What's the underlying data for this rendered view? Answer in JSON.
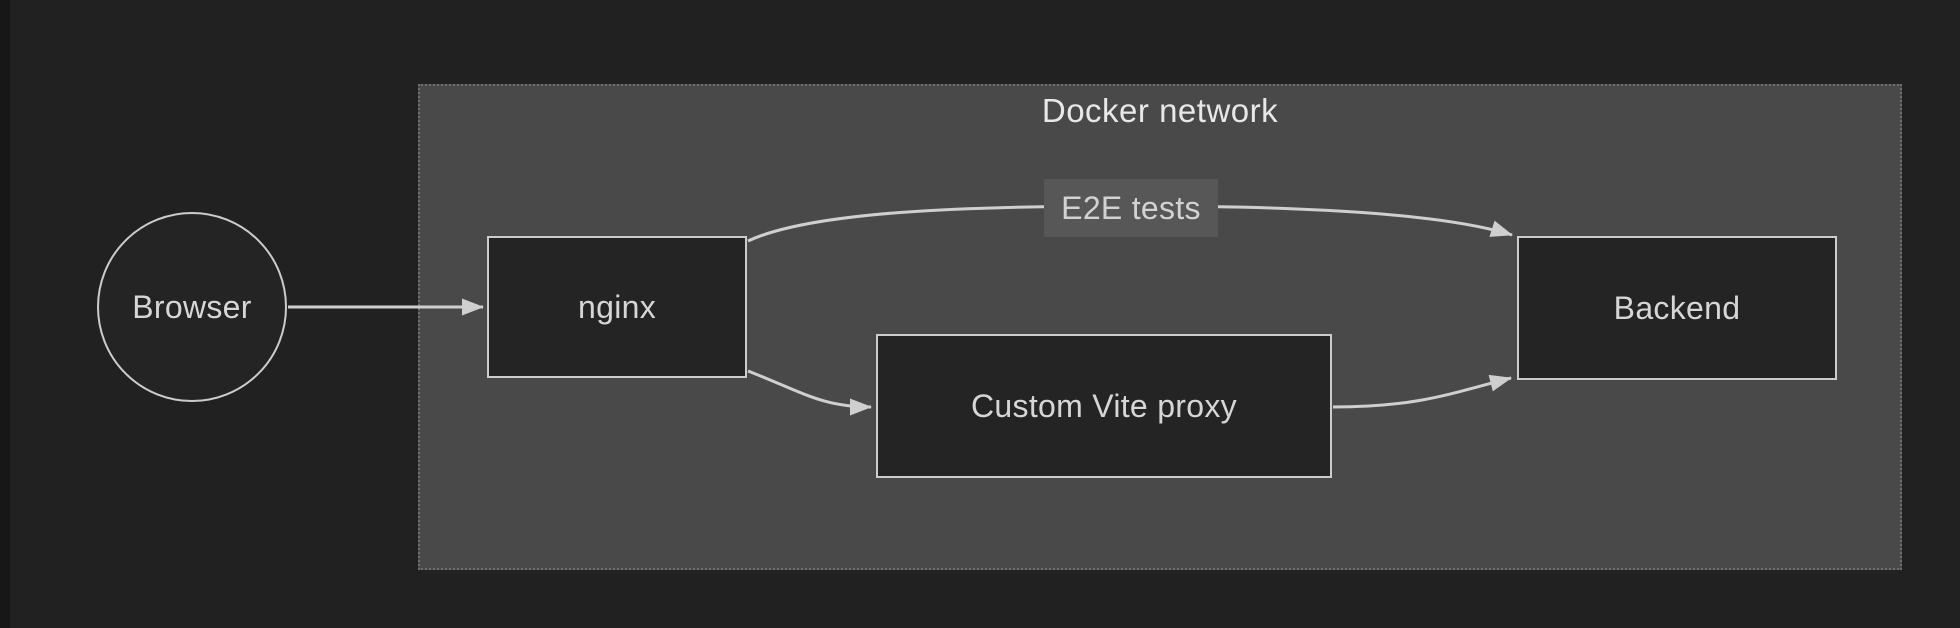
{
  "diagram": {
    "type": "flowchart-left-to-right",
    "cluster": {
      "title": "Docker network"
    },
    "nodes": {
      "browser": {
        "label": "Browser",
        "shape": "circle"
      },
      "nginx": {
        "label": "nginx",
        "shape": "rectangle"
      },
      "vite_proxy": {
        "label": "Custom Vite proxy",
        "shape": "rectangle"
      },
      "backend": {
        "label": "Backend",
        "shape": "rectangle"
      }
    },
    "edges": [
      {
        "from": "Browser",
        "to": "nginx",
        "label": ""
      },
      {
        "from": "nginx",
        "to": "Backend",
        "label": "E2E tests"
      },
      {
        "from": "nginx",
        "to": "Custom Vite proxy",
        "label": ""
      },
      {
        "from": "Custom Vite proxy",
        "to": "Backend",
        "label": ""
      }
    ],
    "colors": {
      "page_background": "#212121",
      "window_edge": "#171717",
      "cluster_fill": "#494949",
      "cluster_border": "#6e6e6e",
      "node_fill": "#242424",
      "node_border": "#cccccc",
      "node_text": "#d6d6d6",
      "cluster_title_text": "#e8e8e8",
      "edge_stroke": "#cfcfcf",
      "edge_label_background": "#575757",
      "edge_label_text": "#d2d2d2"
    }
  }
}
